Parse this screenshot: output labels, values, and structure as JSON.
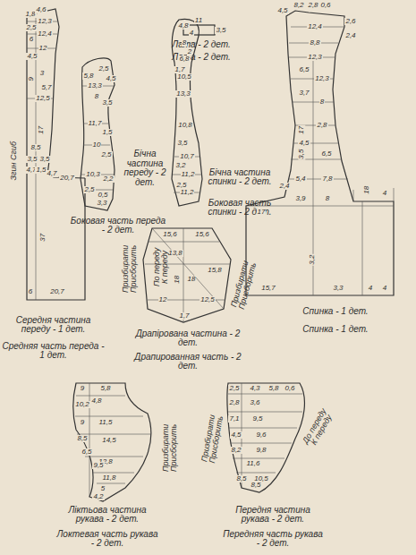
{
  "diagram": {
    "labels": [
      "11",
      "3,5",
      "Лата - 2 дет.",
      "Лата - 2 дет.",
      "1,8",
      "4,6",
      "12,3",
      "2,5",
      "12,4",
      "6",
      "12",
      "4,5",
      "9",
      "3",
      "5,7",
      "12,5",
      "17",
      "8,5",
      "3,5",
      "3,5",
      "4,7",
      "1,5",
      "4,7",
      "20,7",
      "37",
      "6",
      "20,7",
      "Згин Сгиб",
      "Середня частина переду - 1 дет.",
      "Средняя часть переда - 1 дет.",
      "5,8",
      "2,5",
      "13,3",
      "4,5",
      "8",
      "3,5",
      "11,7",
      "1,5",
      "10",
      "2,5",
      "10,3",
      "2,2",
      "2,5",
      "0,5",
      "3,3",
      "Бічна частина переду - 2 дет.",
      "Боковая часть переда - 2 дет.",
      "4,8",
      "4",
      "8",
      "2",
      "6,8",
      "1,7",
      "10,5",
      "13,3",
      "10,8",
      "3,5",
      "10,7",
      "3,2",
      "11,2",
      "2,5",
      "11,2",
      "Бічна частина спинки - 2 дет.",
      "Боковая часть спинки - 2 дет.",
      "4,5",
      "8,2",
      "2,8",
      "0,6",
      "2,6",
      "2,4",
      "12,4",
      "8,8",
      "12,3",
      "6,5",
      "12,3",
      "3,7",
      "8",
      "17",
      "2,8",
      "4,5",
      "3,5",
      "6,5",
      "2,4",
      "5,4",
      "7,8",
      "17",
      "3,9",
      "8",
      "18",
      "4",
      "3,2",
      "15,7",
      "3,3",
      "4",
      "4",
      "Спинка - 1 дет.",
      "Спинка - 1 дет.",
      "15,6",
      "15,6",
      "13,8",
      "15,8",
      "18",
      "18",
      "12",
      "12,5",
      "1,7",
      "Призбирати Присборить",
      "По переду К переду",
      "Призбирати Присборить",
      "Драпірована частина - 2 дет.",
      "Драпированная часть - 2 дет.",
      "9",
      "5,8",
      "4,8",
      "10,2",
      "9",
      "11,5",
      "8,5",
      "14,5",
      "6,5",
      "12,8",
      "9,5",
      "11,8",
      "5",
      "4,2",
      "Призбирати Присборить",
      "Ліктьова частина рукава - 2 дет.",
      "Локтевая часть рукава - 2 дет.",
      "2,5",
      "4,3",
      "5,8",
      "0,6",
      "2,8",
      "3,6",
      "7,1",
      "9,5",
      "4,5",
      "9,6",
      "8,2",
      "9,8",
      "11,6",
      "8,5",
      "10,5",
      "8,5",
      "Призбирати Присборить",
      "До переду К переду",
      "Передня частина рукава - 2 дет.",
      "Передняя часть рукава - 2 дет."
    ]
  }
}
